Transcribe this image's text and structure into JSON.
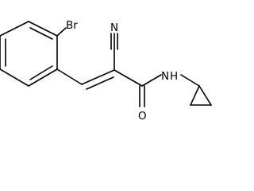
{
  "structure": {
    "atom_labels": {
      "bromine": "Br",
      "nitrile_nitrogen": "N",
      "amide_nitrogen": "N",
      "amide_hydrogen": "H",
      "carbonyl_oxygen": "O"
    }
  }
}
